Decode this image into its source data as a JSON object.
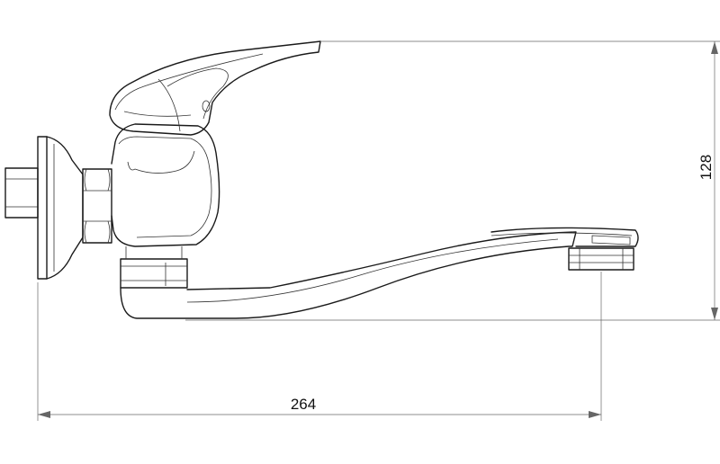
{
  "dimensions": {
    "length": {
      "label": "264",
      "value": 264
    },
    "height": {
      "label": "128",
      "value": 128
    }
  }
}
